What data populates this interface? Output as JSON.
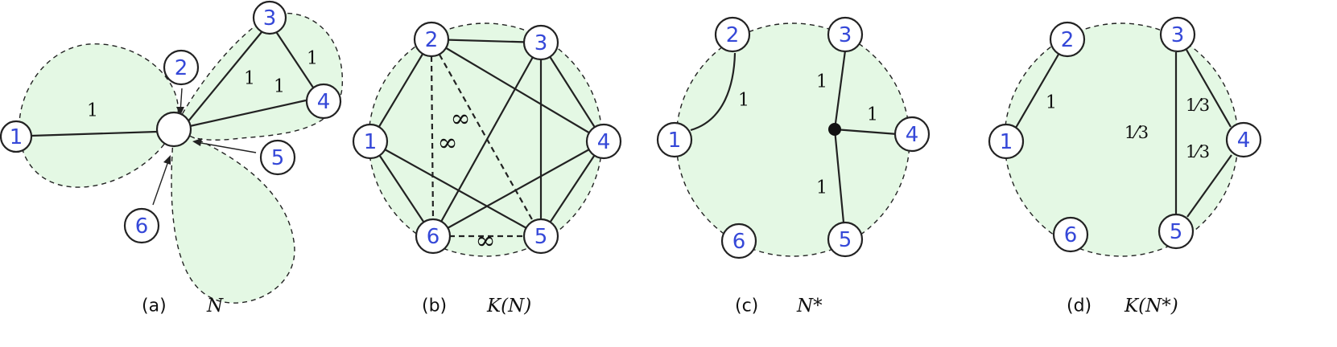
{
  "weights": {
    "one": "1",
    "infinity": "∞",
    "third": "1⁄3"
  },
  "panels": [
    {
      "id": "a",
      "caption_tag": "(a)",
      "caption_math": "N",
      "nodes": [
        "1",
        "2",
        "3",
        "4",
        "5",
        "6"
      ]
    },
    {
      "id": "b",
      "caption_tag": "(b)",
      "caption_math": "K(N)",
      "nodes": [
        "1",
        "2",
        "3",
        "4",
        "5",
        "6"
      ]
    },
    {
      "id": "c",
      "caption_tag": "(c)",
      "caption_math": "N*",
      "nodes": [
        "1",
        "2",
        "3",
        "4",
        "5",
        "6"
      ]
    },
    {
      "id": "d",
      "caption_tag": "(d)",
      "caption_math": "K(N*)",
      "nodes": [
        "1",
        "2",
        "3",
        "4",
        "5",
        "6"
      ]
    }
  ]
}
